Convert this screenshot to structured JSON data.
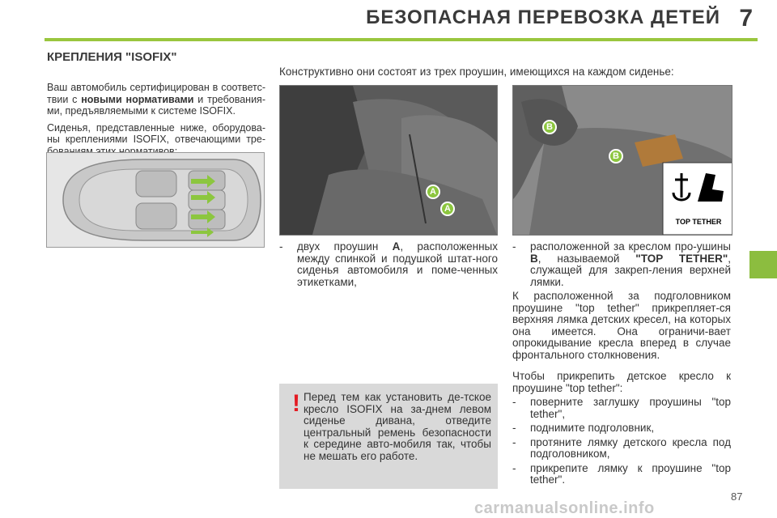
{
  "header": {
    "title": "БЕЗОПАСНАЯ ПЕРЕВОЗКА ДЕТЕЙ",
    "chapter": "7"
  },
  "section_title": "КРЕПЛЕНИЯ \"ISOFIX\"",
  "intro": {
    "p1_a": "Ваш автомобиль сертифицирован в соответс-твии с ",
    "p1_bold": "новыми нормативами",
    "p1_b": " и требования-ми, предъявляемыми к системе ISOFIX.",
    "p2": "Сиденья, представленные ниже, оборудова-ны креплениями ISOFIX, отвечающими тре-бованиям этих нормативов:"
  },
  "lead": "Конструктивно они состоят из трех проушин, имеющихся на каждом сиденье:",
  "photo_a": {
    "labels": [
      "A",
      "A"
    ]
  },
  "photo_b": {
    "labels": [
      "B",
      "B"
    ],
    "pictogram": "TOP TETHER"
  },
  "col_a": {
    "dash": "-",
    "t1": "двух проушин ",
    "bold": "A",
    "t2": ", расположенных между спинкой и подушкой штат-ного сиденья автомобиля и поме-ченных этикетками,"
  },
  "col_b": {
    "dash": "-",
    "t1": "расположенной за креслом про-ушины ",
    "bold1": "B",
    "t2": ", называемой ",
    "bold2": "\"TOP TETHER\"",
    "t3": ", служащей для закреп-ления верхней лямки.",
    "para": "К расположенной за подголовником проушине \"top tether\" прикрепляет-ся верхняя лямка детских кресел, на которых она имеется. Она ограничи-вает опрокидывание кресла вперед в случае фронтального столкновения."
  },
  "col_b2": {
    "intro": "Чтобы прикрепить детское кресло к проушине \"top tether\":",
    "steps": [
      "поверните заглушку проушины \"top tether\",",
      "поднимите подголовник,",
      "протяните лямку детского кресла под подголовником,",
      "прикрепите лямку к проушине \"top tether\"."
    ],
    "dash": "-"
  },
  "warning": {
    "mark": "!",
    "text": "Перед тем как установить де-тское кресло ISOFIX на за-днем левом сиденье дивана, отведите центральный ремень безопасности к середине авто-мобиля так, чтобы не мешать его работе."
  },
  "page_number": "87",
  "watermark": "carmanualsonline.info",
  "colors": {
    "accent": "#9ac63e",
    "warning": "#e41b23",
    "badge": "#8cc63f"
  }
}
